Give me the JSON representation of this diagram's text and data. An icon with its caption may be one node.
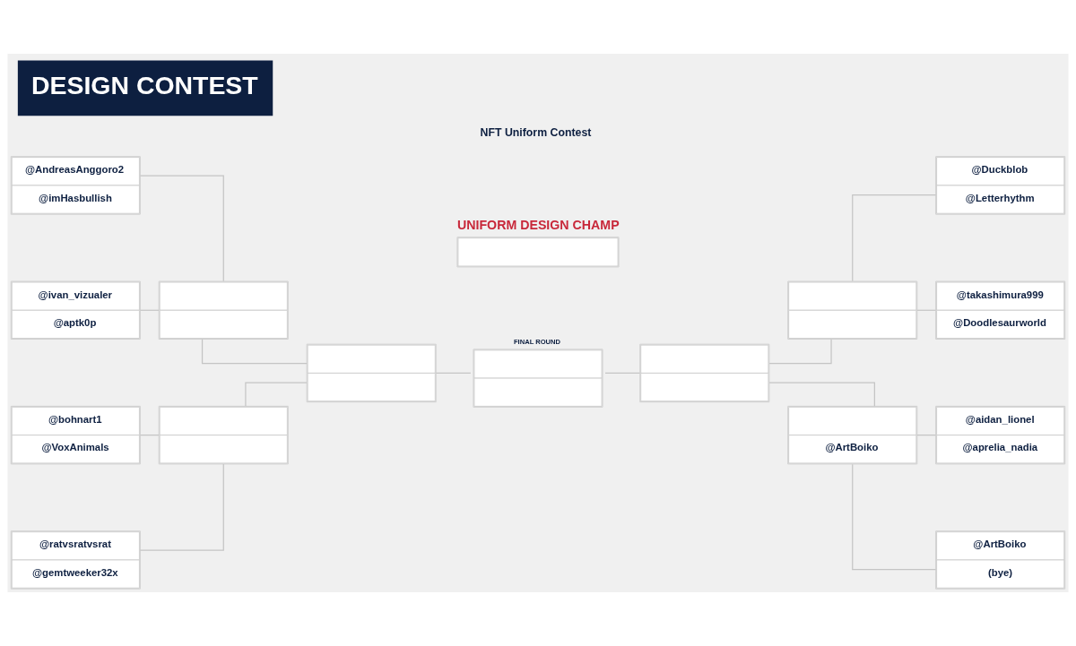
{
  "diagram": {
    "title": "DESIGN CONTEST",
    "nodes": [
      {
        "text": [
          "@AndreasAnggoro2",
          "@imHasbullish"
        ]
      },
      {
        "text": [],
        "shape": "box"
      },
      {
        "text": [
          "@ivan_vizualer",
          "@aptk0p"
        ]
      },
      {
        "text": [
          "@bohnart1",
          "@VoxAnimals"
        ]
      },
      {
        "text": [],
        "shape": "box"
      },
      {
        "text": [
          "@ratvsratvsrat",
          "@gemtweeker32x"
        ]
      },
      {
        "text": [],
        "shape": "box"
      },
      {
        "text": [],
        "shape": "box",
        "beside": [
          "UNIFORM DESIGN CHAMP"
        ]
      },
      {
        "text": [],
        "shape": "box",
        "beside": [
          "FINAL ROUND"
        ]
      },
      {
        "text": [],
        "shape": "box"
      },
      {
        "text": [
          "@Duckblob",
          "@Letterhythm"
        ]
      },
      {
        "text": [],
        "shape": "box"
      },
      {
        "text": [
          "@takashimura999",
          "@Doodlesaurworld"
        ]
      },
      {
        "text": [
          "@aidan_lionel",
          "@aprelia_nadia"
        ]
      },
      {
        "text": [
          "@ArtBoiko"
        ]
      },
      {
        "text": [
          "@ArtBoiko",
          "(bye)"
        ]
      }
    ],
    "edges": [
      {
        "from": 0,
        "to": 1,
        "arrow": "none"
      },
      {
        "from": 2,
        "to": 1,
        "arrow": "none"
      },
      {
        "from": 3,
        "to": 4,
        "arrow": "none"
      },
      {
        "from": 5,
        "to": 4,
        "arrow": "none"
      },
      {
        "from": 1,
        "to": 6,
        "arrow": "none"
      },
      {
        "from": 4,
        "to": 6,
        "arrow": "none"
      },
      {
        "from": 6,
        "to": 8,
        "arrow": "none"
      },
      {
        "from": 8,
        "to": 9,
        "arrow": "none"
      },
      {
        "from": 9,
        "to": 11,
        "arrow": "none"
      },
      {
        "from": 9,
        "to": 14,
        "arrow": "none"
      },
      {
        "from": 11,
        "to": 10,
        "arrow": "none"
      },
      {
        "from": 11,
        "to": 12,
        "arrow": "none"
      },
      {
        "from": 14,
        "to": 13,
        "arrow": "none"
      },
      {
        "from": 14,
        "to": 15,
        "arrow": "none"
      }
    ],
    "labels": [
      "NFT Uniform Contest"
    ]
  }
}
